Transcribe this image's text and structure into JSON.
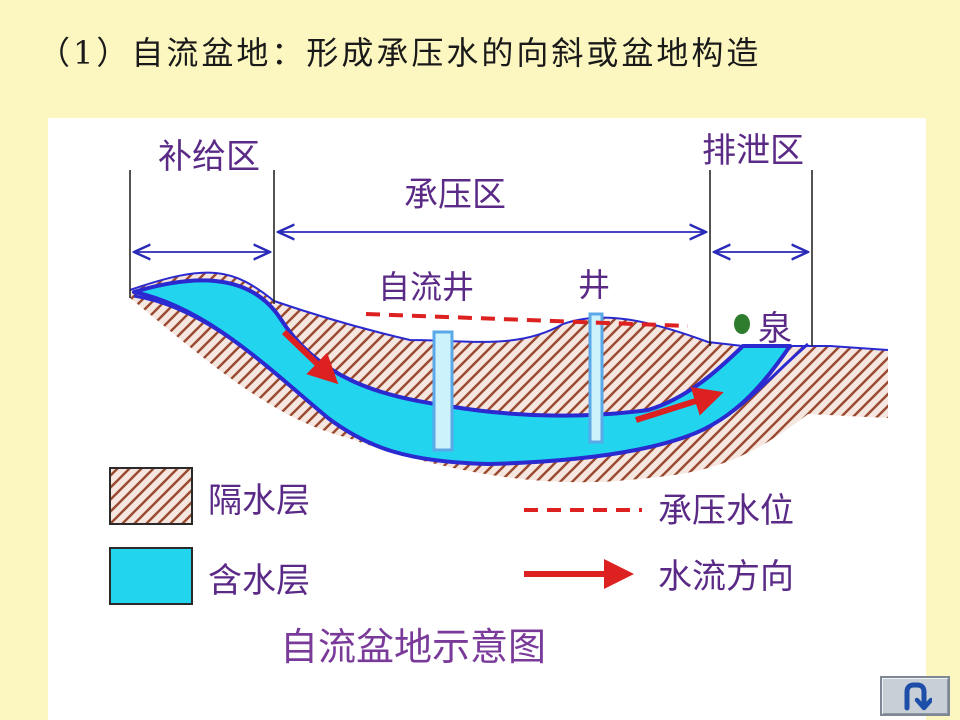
{
  "slide": {
    "title": "（1）自流盆地：形成承压水的向斜或盆地构造"
  },
  "diagram": {
    "zones": {
      "recharge": "补给区",
      "confined": "承压区",
      "discharge": "排泄区"
    },
    "features": {
      "artesian_well": "自流井",
      "well": "井",
      "spring": "泉"
    },
    "legend": {
      "aquiclude": "隔水层",
      "aquifer": "含水层",
      "pressure_level": "承压水位",
      "flow_direction": "水流方向"
    },
    "caption": "自流盆地示意图",
    "colors": {
      "aquifer_fill": "#22d4ee",
      "aquifer_outline": "#2a2ad0",
      "hatch": "#9a4a2e",
      "pressure_line": "#dd2020",
      "flow_arrow": "#dd2020",
      "dimension_line": "#2a2ab8",
      "label_text": "#5a2a86",
      "spring_dot": "#2e7d2e"
    }
  },
  "nav": {
    "return_icon": "u-turn-arrow-icon"
  }
}
